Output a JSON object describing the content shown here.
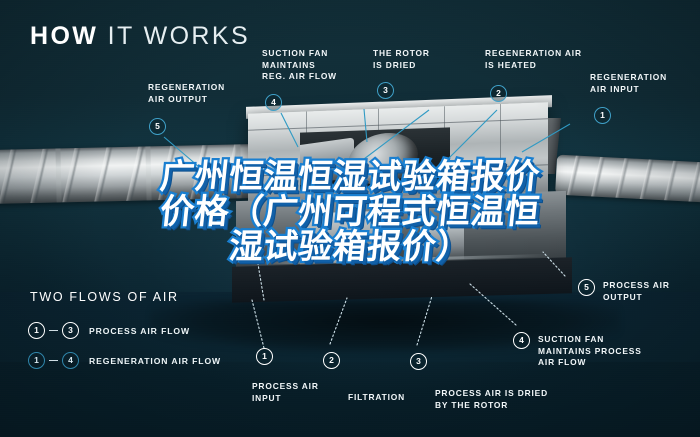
{
  "header": {
    "title_bold": "HOW",
    "title_light": "IT WORKS"
  },
  "callouts": [
    {
      "id": "regeneration-air-output",
      "number": "5",
      "label": "REGENERATION\nAIR OUTPUT"
    },
    {
      "id": "suction-fan-reg-air-flow",
      "number": "4",
      "label": "SUCTION FAN\nMAINTAINS\nREG. AIR FLOW"
    },
    {
      "id": "the-rotor-is-dried",
      "number": "3",
      "label": "THE ROTOR\nIS DRIED"
    },
    {
      "id": "regeneration-air-is-heated",
      "number": "2",
      "label": "REGENERATION AIR\nIS HEATED"
    },
    {
      "id": "regeneration-air-input",
      "number": "1",
      "label": "REGENERATION\nAIR INPUT"
    },
    {
      "id": "process-air-output",
      "number": "5",
      "label": "PROCESS AIR\nOUTPUT"
    },
    {
      "id": "suction-fan-process-air-flow",
      "number": "4",
      "label": "SUCTION FAN\nMAINTAINS PROCESS\nAIR FLOW"
    },
    {
      "id": "process-air-is-dried",
      "number": "3",
      "label": "PROCESS AIR IS DRIED\nBY THE ROTOR"
    },
    {
      "id": "filtration",
      "number": "2",
      "label": "FILTRATION"
    },
    {
      "id": "process-air-input",
      "number": "1",
      "label": "PROCESS AIR\nINPUT"
    }
  ],
  "legend": {
    "title": "TWO FLOWS OF AIR",
    "rows": [
      {
        "from": "1",
        "to": "3",
        "label": "PROCESS AIR FLOW",
        "style": "white"
      },
      {
        "from": "1",
        "to": "4",
        "label": "REGENERATION AIR FLOW",
        "style": "cyan"
      }
    ],
    "dash": "–"
  },
  "overlay": {
    "line1": "广州恒温恒湿试验箱报价",
    "line2": "价格（广州可程式恒温恒",
    "line3": "湿试验箱报价）"
  },
  "colors": {
    "background": "#11303a",
    "background_bottom": "#08202b",
    "accent_cyan": "#3fa0c8",
    "overlay_outline": "#1a7fd0",
    "text": "#ffffff"
  }
}
